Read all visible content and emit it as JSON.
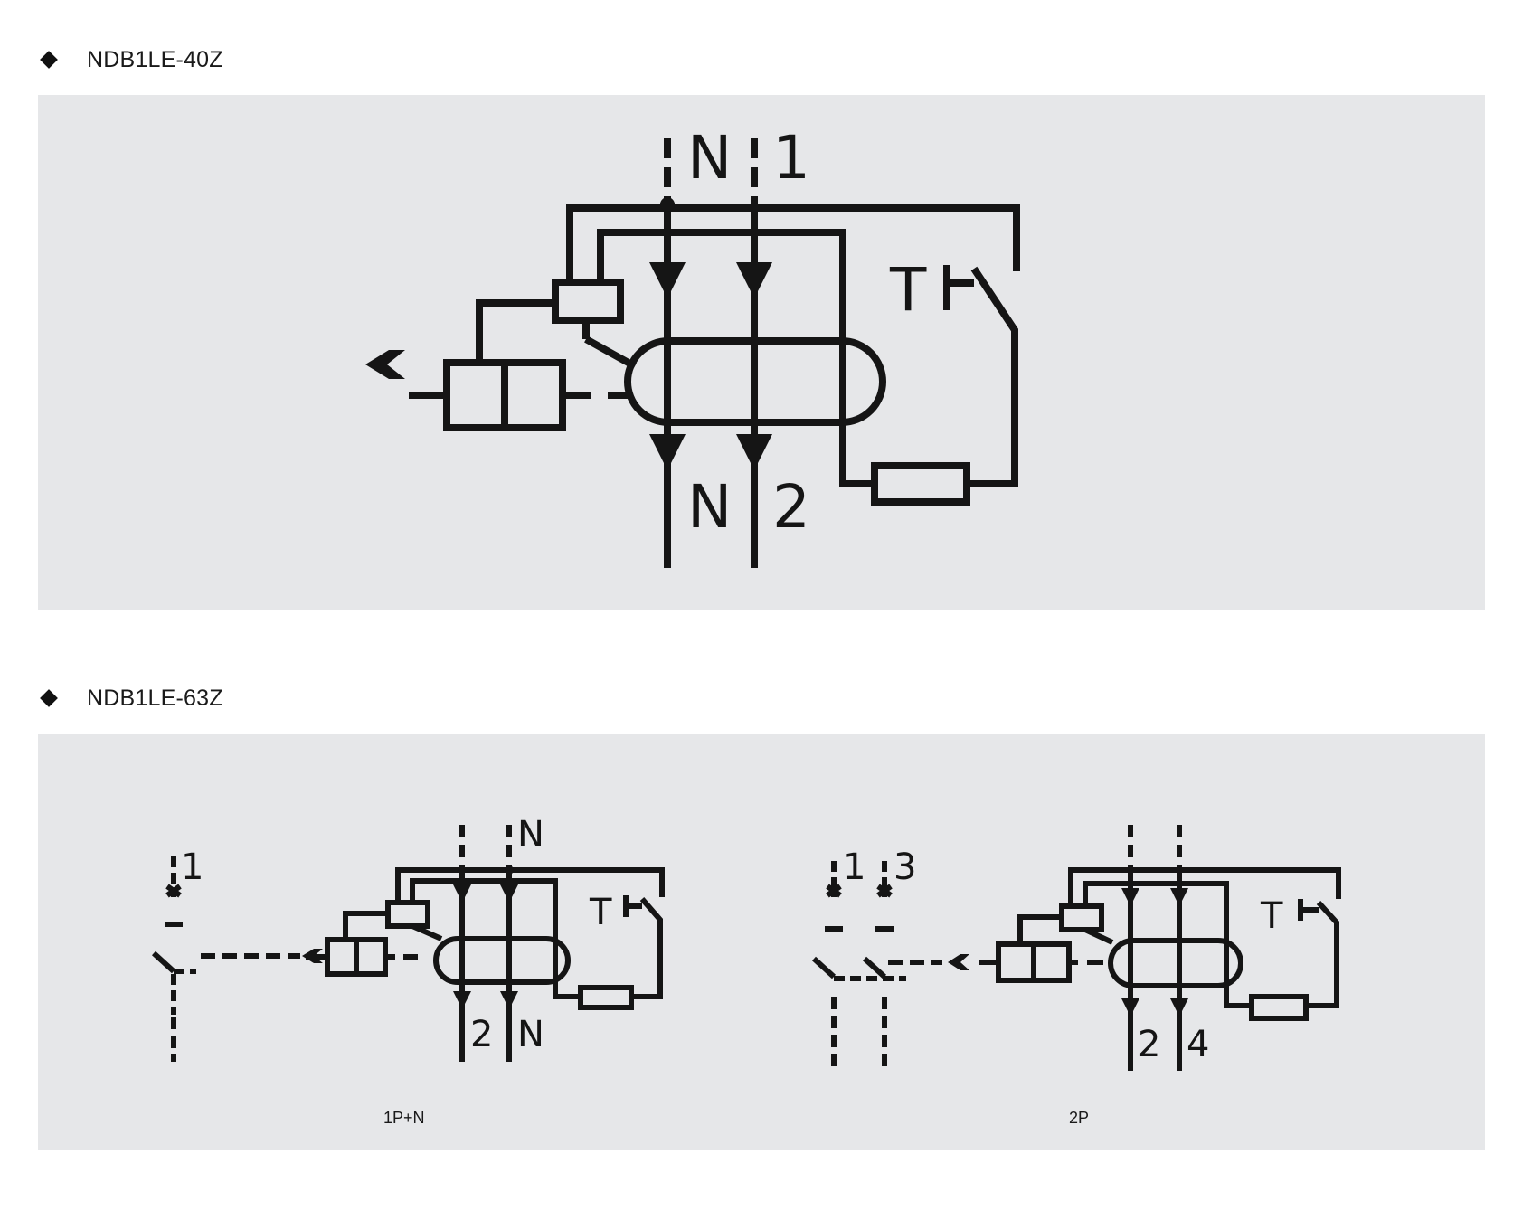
{
  "section1": {
    "title": "NDB1LE-40Z",
    "labels": {
      "top_n": "N",
      "top_1": "1",
      "bottom_n": "N",
      "bottom_2": "2",
      "test": "T"
    }
  },
  "section2": {
    "title": "NDB1LE-63Z",
    "diagrams": [
      {
        "caption": "1P+N",
        "labels": {
          "breaker_1": "1",
          "top_n": "N",
          "bottom_2": "2",
          "bottom_n": "N",
          "test": "T"
        }
      },
      {
        "caption": "2P",
        "labels": {
          "breaker_1": "1",
          "breaker_3": "3",
          "bottom_2": "2",
          "bottom_4": "4",
          "test": "T"
        }
      }
    ]
  },
  "colors": {
    "panel_bg": "#e6e7e9",
    "ink": "#151515"
  },
  "icons": [
    "bullet-diamond-icon",
    "trip-arrow-icon",
    "test-button-icon",
    "resistor-icon",
    "transformer-icon"
  ]
}
